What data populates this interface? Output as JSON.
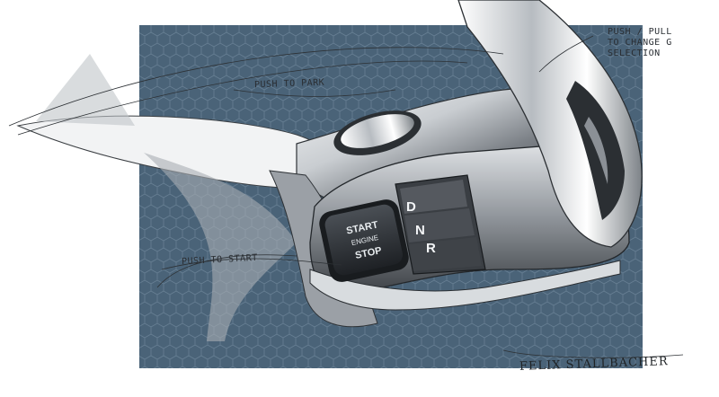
{
  "annotations": {
    "push_to_park": "PUSH TO PARK",
    "push_pull_line1": "PUSH / PULL",
    "push_pull_line2": "TO CHANGE G",
    "push_pull_line3": "SELECTION",
    "push_to_start": "PUSH TO START"
  },
  "start_button": {
    "line1": "START",
    "line2": "ENGINE",
    "line3": "STOP"
  },
  "gear_selector": {
    "drive": "D",
    "neutral": "N",
    "reverse": "R"
  },
  "signature": "FELIX STALLBACHER",
  "colors": {
    "background_panel": "#4a6378",
    "hex_pattern": "#5b7488",
    "metal_light": "#e9ecef",
    "metal_dark": "#3b3f44",
    "button_dark": "#2c3035"
  }
}
